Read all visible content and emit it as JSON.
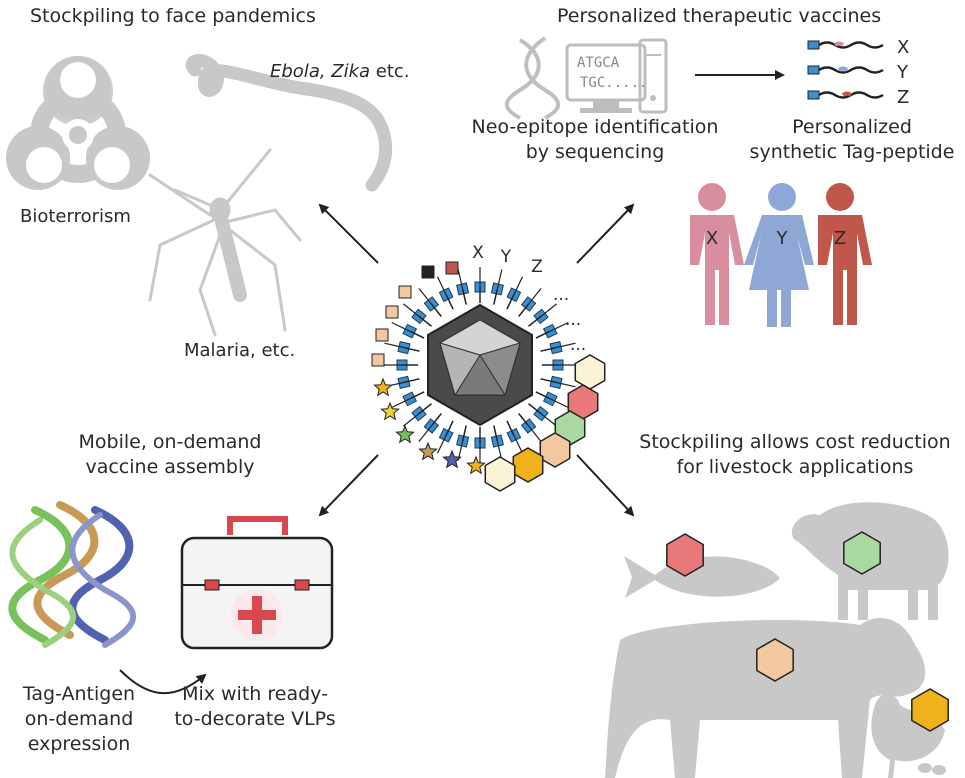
{
  "quadrants": {
    "top_left": {
      "title": "Stockpiling to face pandemics",
      "virus_label_italic": "Ebola, Zika",
      "virus_label_suffix": " etc.",
      "bioterrorism_label": "Bioterrorism",
      "malaria_label": "Malaria, etc."
    },
    "top_right": {
      "title": "Personalized therapeutic vaccines",
      "seq_line1": "ATGCA",
      "seq_line2": "TGC.....",
      "neo_epitope_label_1": "Neo-epitope identification",
      "neo_epitope_label_2": "by sequencing",
      "personalized_label_1": "Personalized",
      "personalized_label_2": "synthetic Tag-peptide",
      "peptides": [
        "X",
        "Y",
        "Z"
      ],
      "patients": [
        "X",
        "Y",
        "Z"
      ]
    },
    "bottom_left": {
      "title_1": "Mobile, on-demand",
      "title_2": "vaccine assembly",
      "expression_label": [
        "Tag-Antigen",
        "on-demand",
        "expression"
      ],
      "mix_label": [
        "Mix with ready-",
        "to-decorate VLPs"
      ]
    },
    "bottom_right": {
      "title_1": "Stockpiling allows cost reduction",
      "title_2": "for livestock applications"
    }
  },
  "center": {
    "peptide_labels": [
      "X",
      "Y",
      "Z"
    ],
    "ellipsis": "..."
  },
  "colors": {
    "gray_silhouette": "#c8c8c8",
    "tag_blue": "#3a8fd0",
    "patient_pink": "#d98ea0",
    "patient_blue": "#8fa7d4",
    "patient_red": "#c0574b",
    "hex_red": "#e8787a",
    "hex_green": "#a9d8a0",
    "hex_peach": "#f3c8a0",
    "hex_gold": "#f0b21a",
    "hex_cream": "#fbf3d5",
    "kit_red": "#d9484e"
  }
}
